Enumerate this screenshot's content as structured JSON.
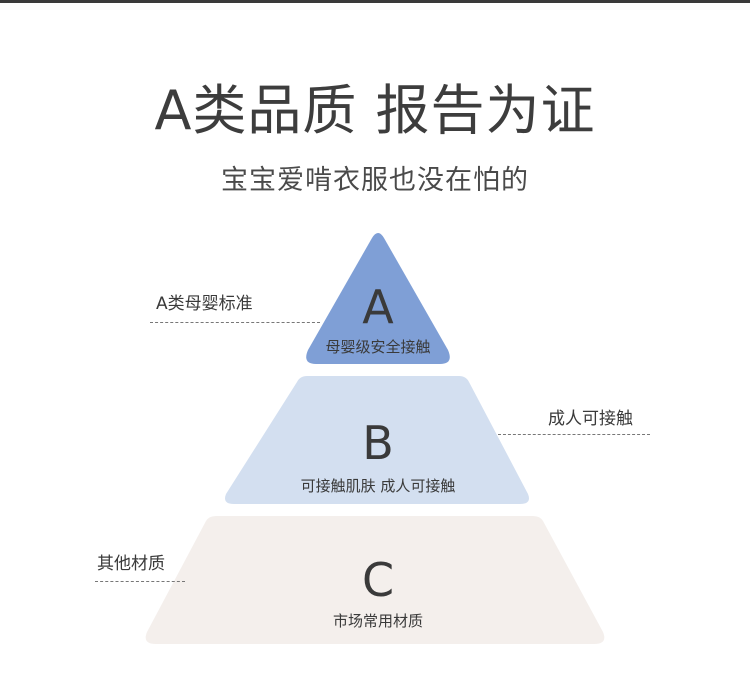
{
  "title": "A类品质 报告为证",
  "subtitle": "宝宝爱啃衣服也没在怕的",
  "tiers": [
    {
      "letter": "A",
      "desc": "母婴级安全接触",
      "side_label": "A类母婴标准",
      "color": "#7f9fd6"
    },
    {
      "letter": "B",
      "desc": "可接触肌肤  成人可接触",
      "side_label": "成人可接触",
      "color": "#d3dff0"
    },
    {
      "letter": "C",
      "desc": "市场常用材质",
      "side_label": "其他材质",
      "color": "#f4efec"
    }
  ]
}
